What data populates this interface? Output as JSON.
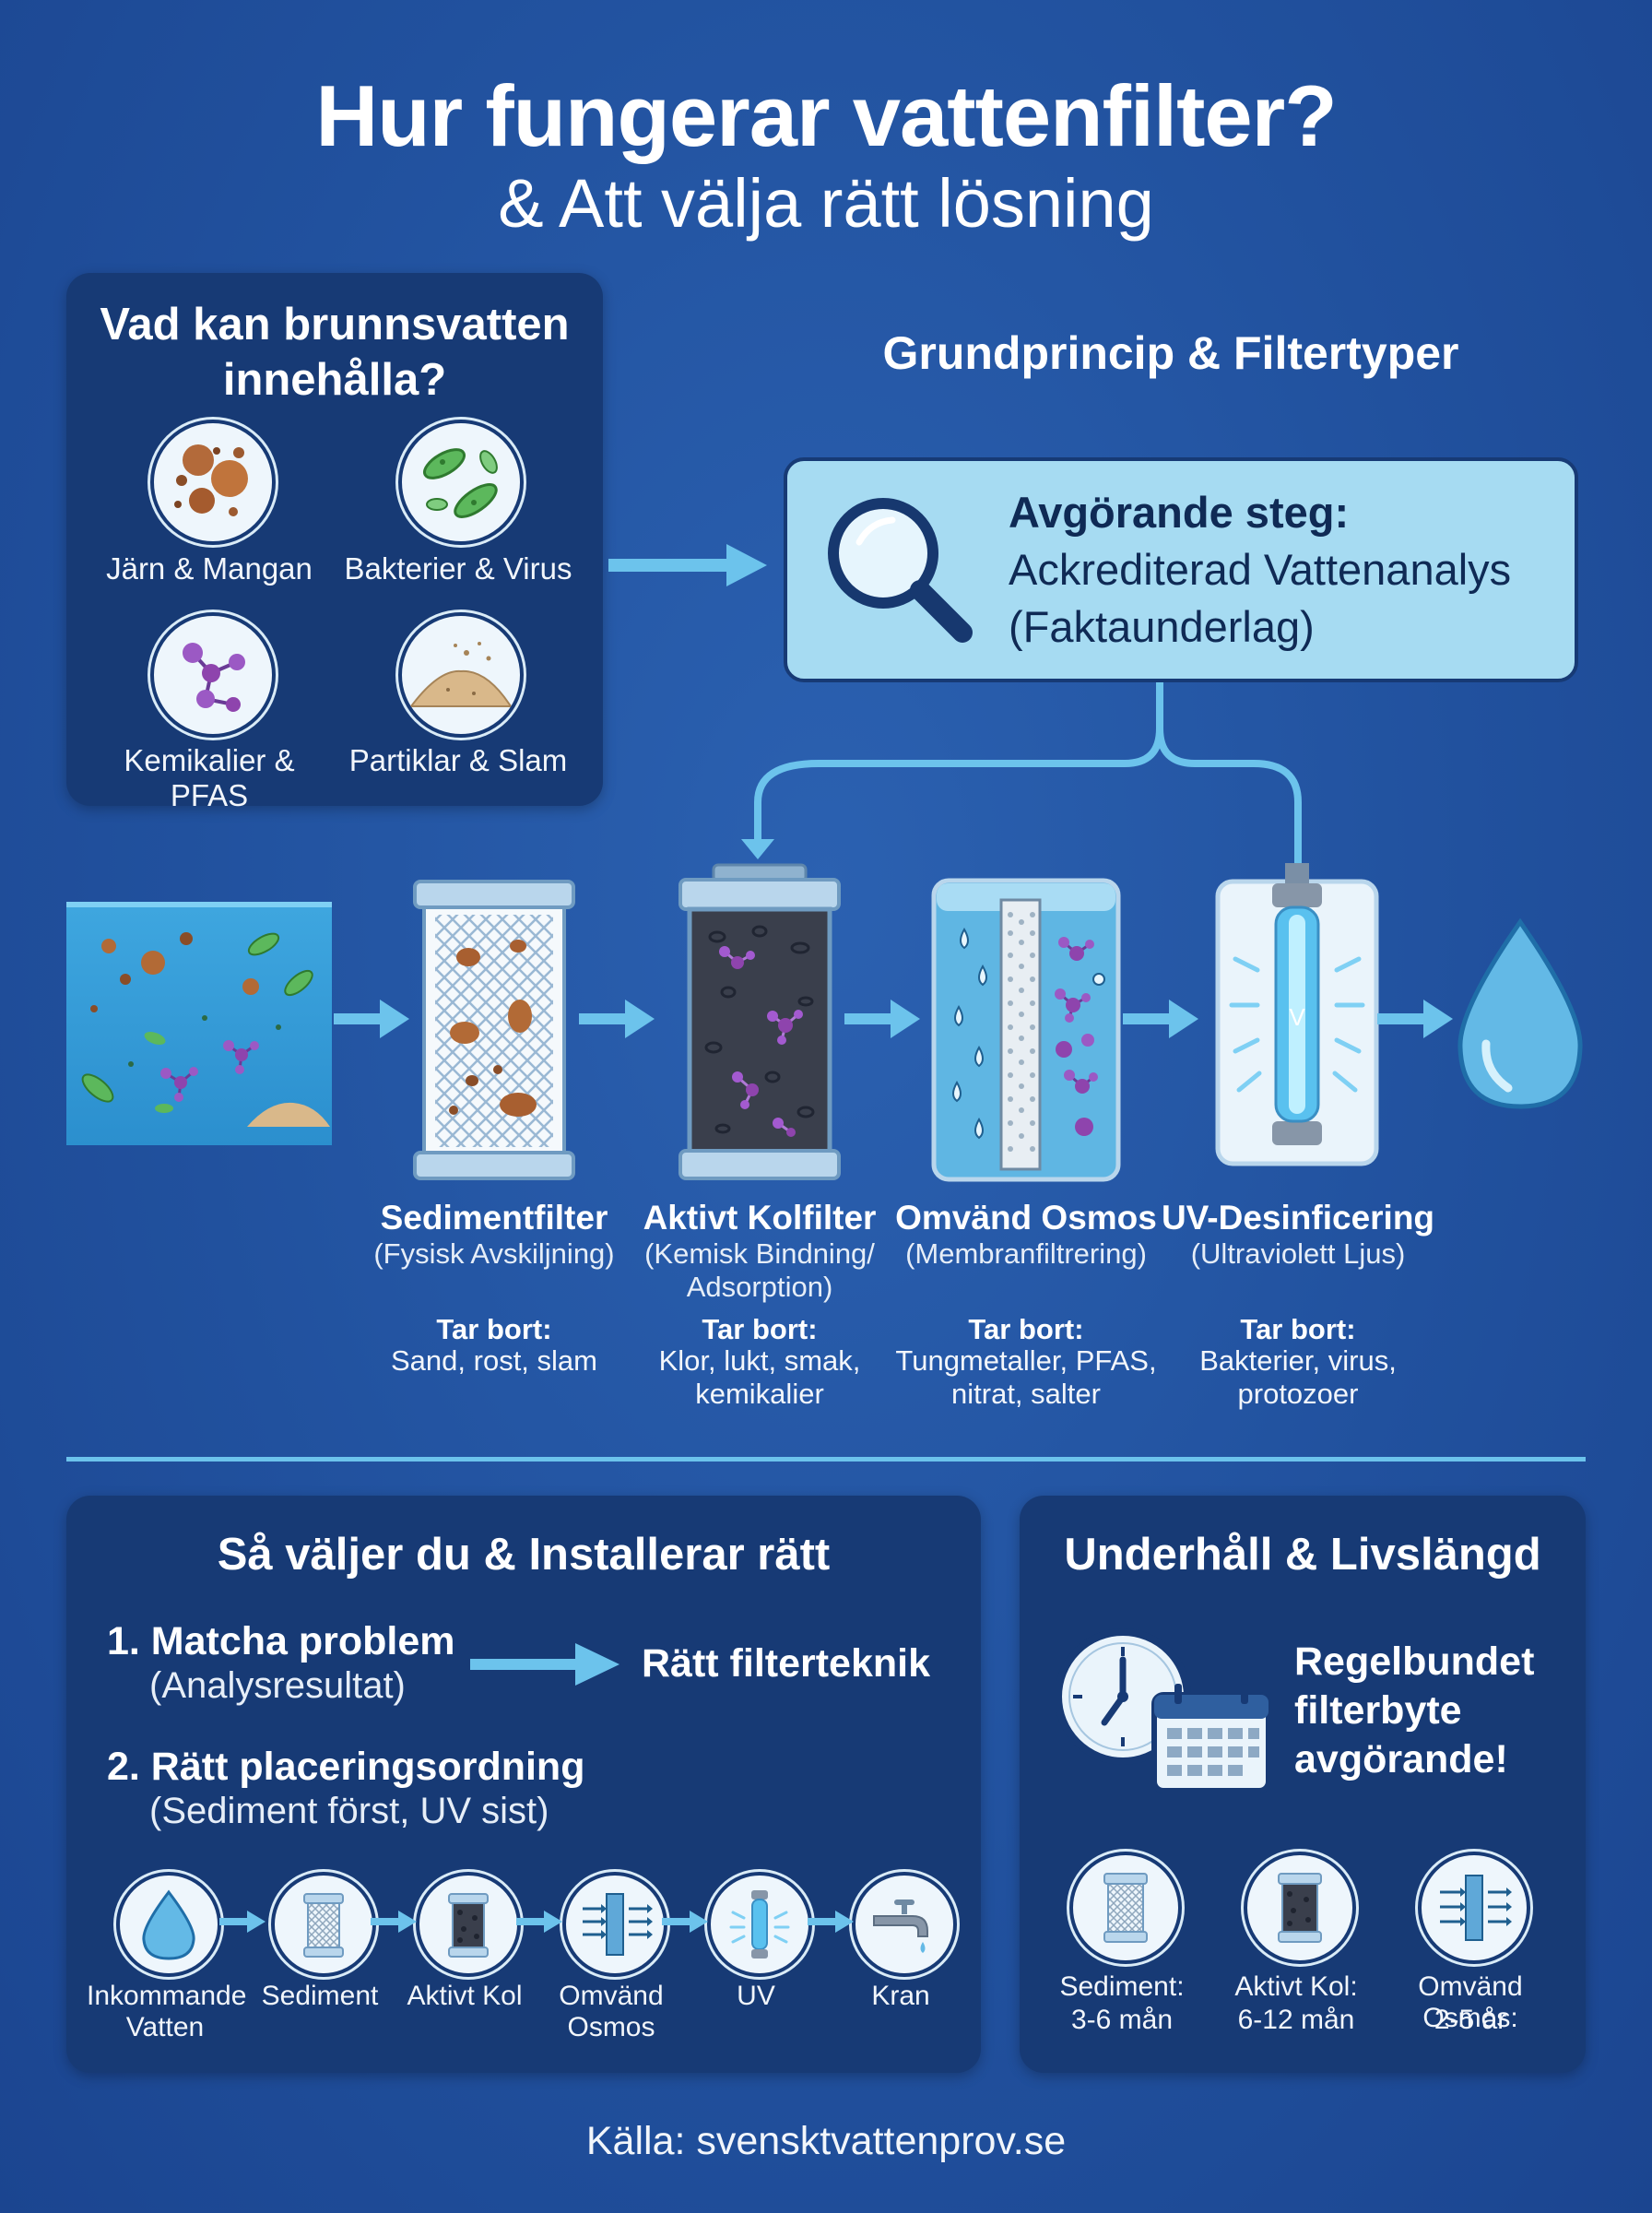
{
  "header": {
    "title": "Hur fungerar vattenfilter?",
    "subtitle": "& Att välja rätt lösning"
  },
  "contaminants": {
    "title": "Vad kan brunnsvatten innehålla?",
    "items": [
      {
        "label": "Järn & Mangan",
        "icon": "iron-particles-icon"
      },
      {
        "label": "Bakterier & Virus",
        "icon": "bacteria-icon"
      },
      {
        "label": "Kemikalier & PFAS",
        "icon": "molecule-icon"
      },
      {
        "label": "Partiklar & Slam",
        "icon": "sand-pile-icon"
      }
    ]
  },
  "principle": {
    "title": "Grundprincip & Filtertyper",
    "step_label": "Avgörande steg:",
    "step_line1": "Ackrediterad Vattenanalys",
    "step_line2": "(Faktaunderlag)"
  },
  "filters": [
    {
      "name": "Sedimentfilter",
      "sub": "(Fysisk Avskiljning)",
      "removes_label": "Tar bort:",
      "removes": "Sand, rost, slam"
    },
    {
      "name": "Aktivt Kolfilter",
      "sub": "(Kemisk Bindning/ Adsorption)",
      "removes_label": "Tar bort:",
      "removes": "Klor, lukt, smak, kemikalier"
    },
    {
      "name": "Omvänd Osmos",
      "sub": "(Membranfiltrering)",
      "removes_label": "Tar bort:",
      "removes": "Tungmetaller, PFAS, nitrat, salter"
    },
    {
      "name": "UV-Desinficering",
      "sub": "(Ultraviolett Ljus)",
      "removes_label": "Tar bort:",
      "removes": "Bakterier, virus, protozoer"
    }
  ],
  "uv_lamp_letter": "V",
  "install": {
    "title": "Så väljer du & Installerar rätt",
    "step1_title": "1. Matcha problem",
    "step1_sub": "(Analysresultat)",
    "step1_result": "Rätt filterteknik",
    "step2_title": "2. Rätt placeringsordning",
    "step2_sub": "(Sediment först, UV sist)",
    "sequence": [
      {
        "label": "Inkommande Vatten",
        "icon": "water-drop-icon"
      },
      {
        "label": "Sediment",
        "icon": "sediment-filter-icon"
      },
      {
        "label": "Aktivt Kol",
        "icon": "carbon-filter-icon"
      },
      {
        "label": "Omvänd Osmos",
        "icon": "ro-membrane-icon"
      },
      {
        "label": "UV",
        "icon": "uv-lamp-icon"
      },
      {
        "label": "Kran",
        "icon": "faucet-icon"
      }
    ]
  },
  "maintenance": {
    "title": "Underhåll & Livslängd",
    "message": "Regelbundet filterbyte avgörande!",
    "items": [
      {
        "label": "Sediment:",
        "interval": "3-6 mån",
        "icon": "sediment-filter-icon"
      },
      {
        "label": "Aktivt Kol:",
        "interval": "6-12 mån",
        "icon": "carbon-filter-icon"
      },
      {
        "label": "Omvänd Osmos:",
        "interval": "2-5 år",
        "icon": "ro-membrane-icon"
      }
    ]
  },
  "footer": {
    "source": "Källa: svensktvattenprov.se"
  },
  "colors": {
    "background": "#21519e",
    "panel": "#173a75",
    "accent": "#6cc3ec",
    "box": "#a6dbf2"
  }
}
